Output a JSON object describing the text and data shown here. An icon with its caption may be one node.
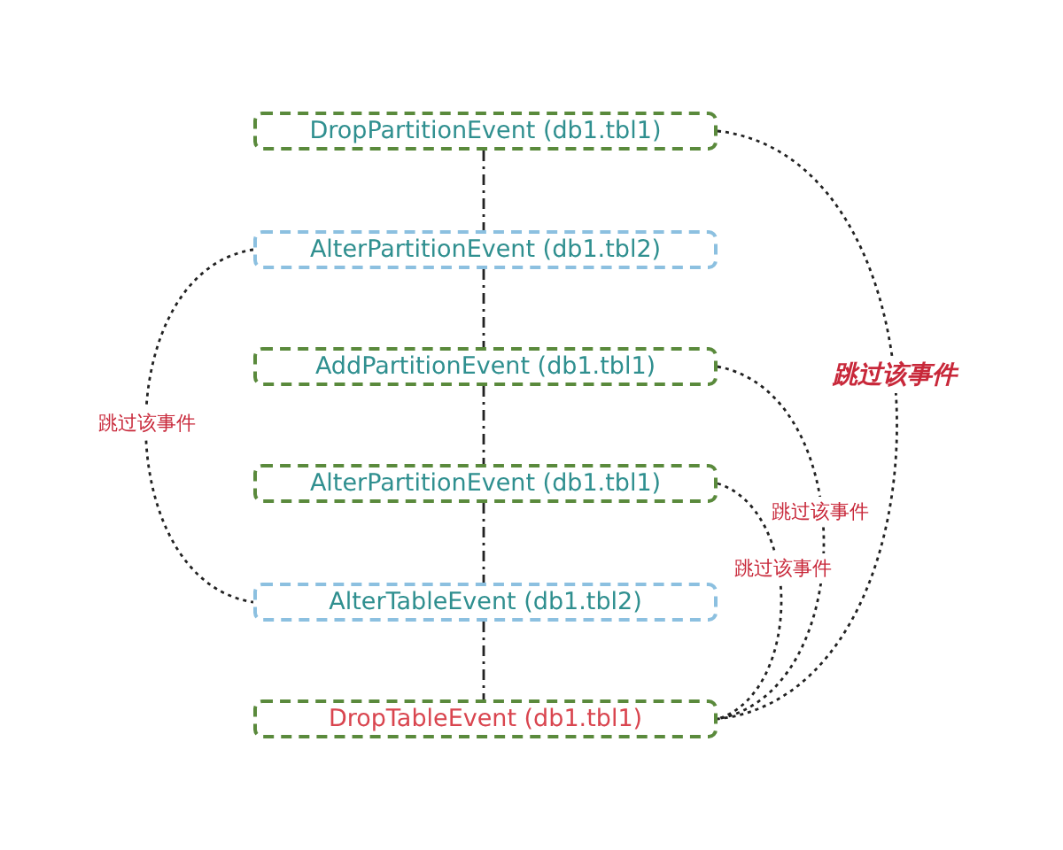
{
  "diagram": {
    "nodes": [
      {
        "text": [
          "DropPartitionEvent (db1.tbl1)"
        ]
      },
      {
        "text": [
          "AlterPartitionEvent (db1.tbl2)"
        ]
      },
      {
        "text": [
          "AddPartitionEvent (db1.tbl1)"
        ]
      },
      {
        "text": [
          "AlterPartitionEvent (db1.tbl1)"
        ]
      },
      {
        "text": [
          "AlterTableEvent (db1.tbl2)"
        ]
      },
      {
        "text": [
          "DropTableEvent (db1.tbl1)"
        ]
      }
    ],
    "edges": [
      {
        "from": 0,
        "to": 1,
        "arrow": "none"
      },
      {
        "from": 1,
        "to": 2,
        "arrow": "none"
      },
      {
        "from": 2,
        "to": 3,
        "arrow": "none"
      },
      {
        "from": 3,
        "to": 4,
        "arrow": "none"
      },
      {
        "from": 4,
        "to": 5,
        "arrow": "none"
      },
      {
        "from": 0,
        "to": 5,
        "arrow": "none",
        "style": "dashed",
        "label": "跳过该事件"
      },
      {
        "from": 2,
        "to": 5,
        "arrow": "none",
        "style": "dashed",
        "label": "跳过该事件"
      },
      {
        "from": 3,
        "to": 5,
        "arrow": "none",
        "style": "dashed",
        "label": "跳过该事件"
      },
      {
        "from": 1,
        "to": 4,
        "arrow": "none",
        "style": "dashed",
        "label": "跳过该事件"
      }
    ]
  }
}
